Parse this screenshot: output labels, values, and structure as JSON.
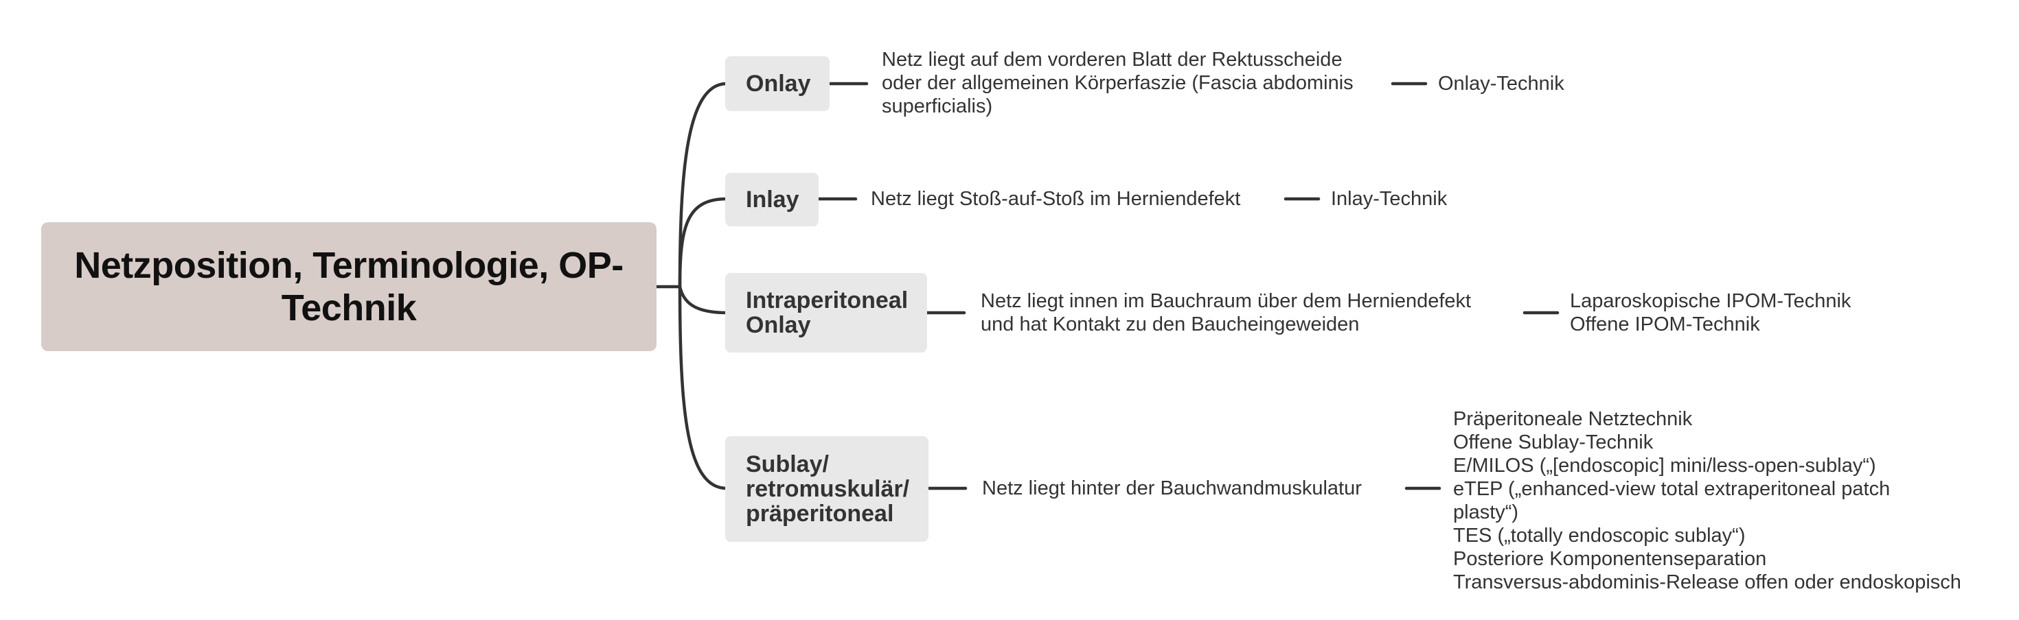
{
  "root": {
    "title": "Netzposition, Terminologie, OP-Technik"
  },
  "branches": [
    {
      "label": "Onlay",
      "description": [
        "Netz liegt auf dem vorderen Blatt der Rektusscheide",
        "oder der allgemeinen Körperfaszie (Fascia abdominis",
        "superficialis)"
      ],
      "techniques": [
        "Onlay-Technik"
      ]
    },
    {
      "label": "Inlay",
      "description": [
        "Netz liegt Stoß-auf-Stoß im Herniendefekt"
      ],
      "techniques": [
        "Inlay-Technik"
      ]
    },
    {
      "label": "Intraperitoneal\nOnlay",
      "description": [
        "Netz liegt innen im Bauchraum über dem Herniendefekt",
        "und hat Kontakt zu den Baucheingeweiden"
      ],
      "techniques": [
        "Laparoskopische IPOM-Technik",
        "Offene IPOM-Technik"
      ]
    },
    {
      "label": "Sublay/\nretromuskulär/\npräperitoneal",
      "description": [
        "Netz liegt hinter der Bauchwandmuskulatur"
      ],
      "techniques": [
        "Präperitoneale Netztechnik",
        "Offene Sublay-Technik",
        "E/MILOS („[endoscopic] mini/less-open-sublay“)",
        "eTEP („enhanced-view total extraperitoneal patch",
        "plasty“)",
        "TES („totally endoscopic sublay“)",
        "Posteriore Komponentenseparation",
        "Transversus-abdominis-Release offen oder endoskopisch"
      ]
    }
  ]
}
